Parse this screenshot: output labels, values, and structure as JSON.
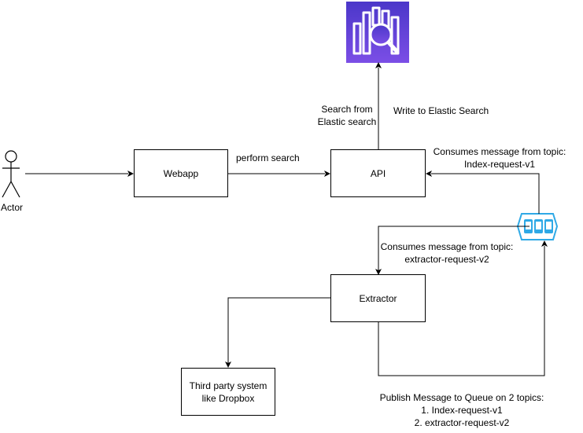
{
  "nodes": {
    "actor": "Actor",
    "webapp": "Webapp",
    "api": "API",
    "extractor": "Extractor",
    "third_party": [
      "Third party system",
      "like Dropbox"
    ]
  },
  "edges": {
    "webapp_to_api": "perform search",
    "api_search_es": [
      "Search from",
      "Elastic search"
    ],
    "api_write_es": "Write to Elastic Search",
    "queue_to_api": [
      "Consumes message from topic:",
      "Index-request-v1"
    ],
    "queue_to_extractor": [
      "Consumes message from topic:",
      "extractor-request-v2"
    ],
    "extractor_publish": [
      "Publish Message to Queue on 2 topics:",
      "1. Index-request-v1",
      "2. extractor-request-v2"
    ]
  },
  "icons": {
    "elastic": "elasticsearch-service-icon",
    "queue": "message-queue-icon",
    "actor": "stick-figure-actor-icon"
  },
  "colors": {
    "elastic_gradient_top": "#5b3fd6",
    "elastic_gradient_bottom": "#8a55e8",
    "queue": "#2fa9e6",
    "line": "#000000"
  }
}
